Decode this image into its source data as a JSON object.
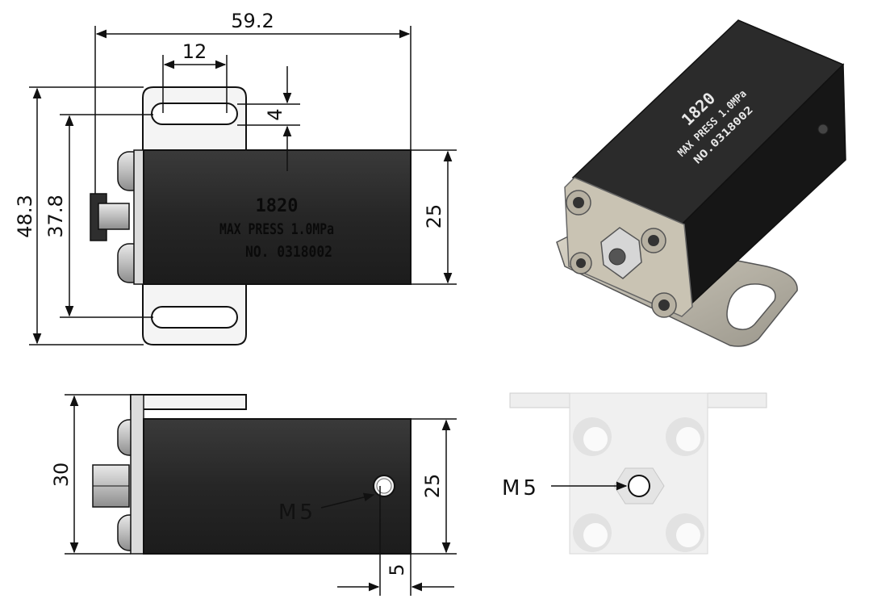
{
  "dimensions": {
    "overall_length": "59.2",
    "slot_length": "12",
    "slot_offset": "4",
    "overall_height": "48.3",
    "slot_pitch": "37.8",
    "body_height_top": "25",
    "depth": "30",
    "body_height_side": "25",
    "hole_offset": "5"
  },
  "labels": {
    "thread_side": "M5",
    "thread_end": "M5"
  },
  "engraving": {
    "model": "1820",
    "pressure": "MAX PRESS 1.0MPa",
    "serial_top": "NO. 0318002",
    "serial_3d": "NO.0318002"
  },
  "colors": {
    "body": "#2a2a2a",
    "bracket": "#f4f4f4",
    "line": "#111111"
  }
}
